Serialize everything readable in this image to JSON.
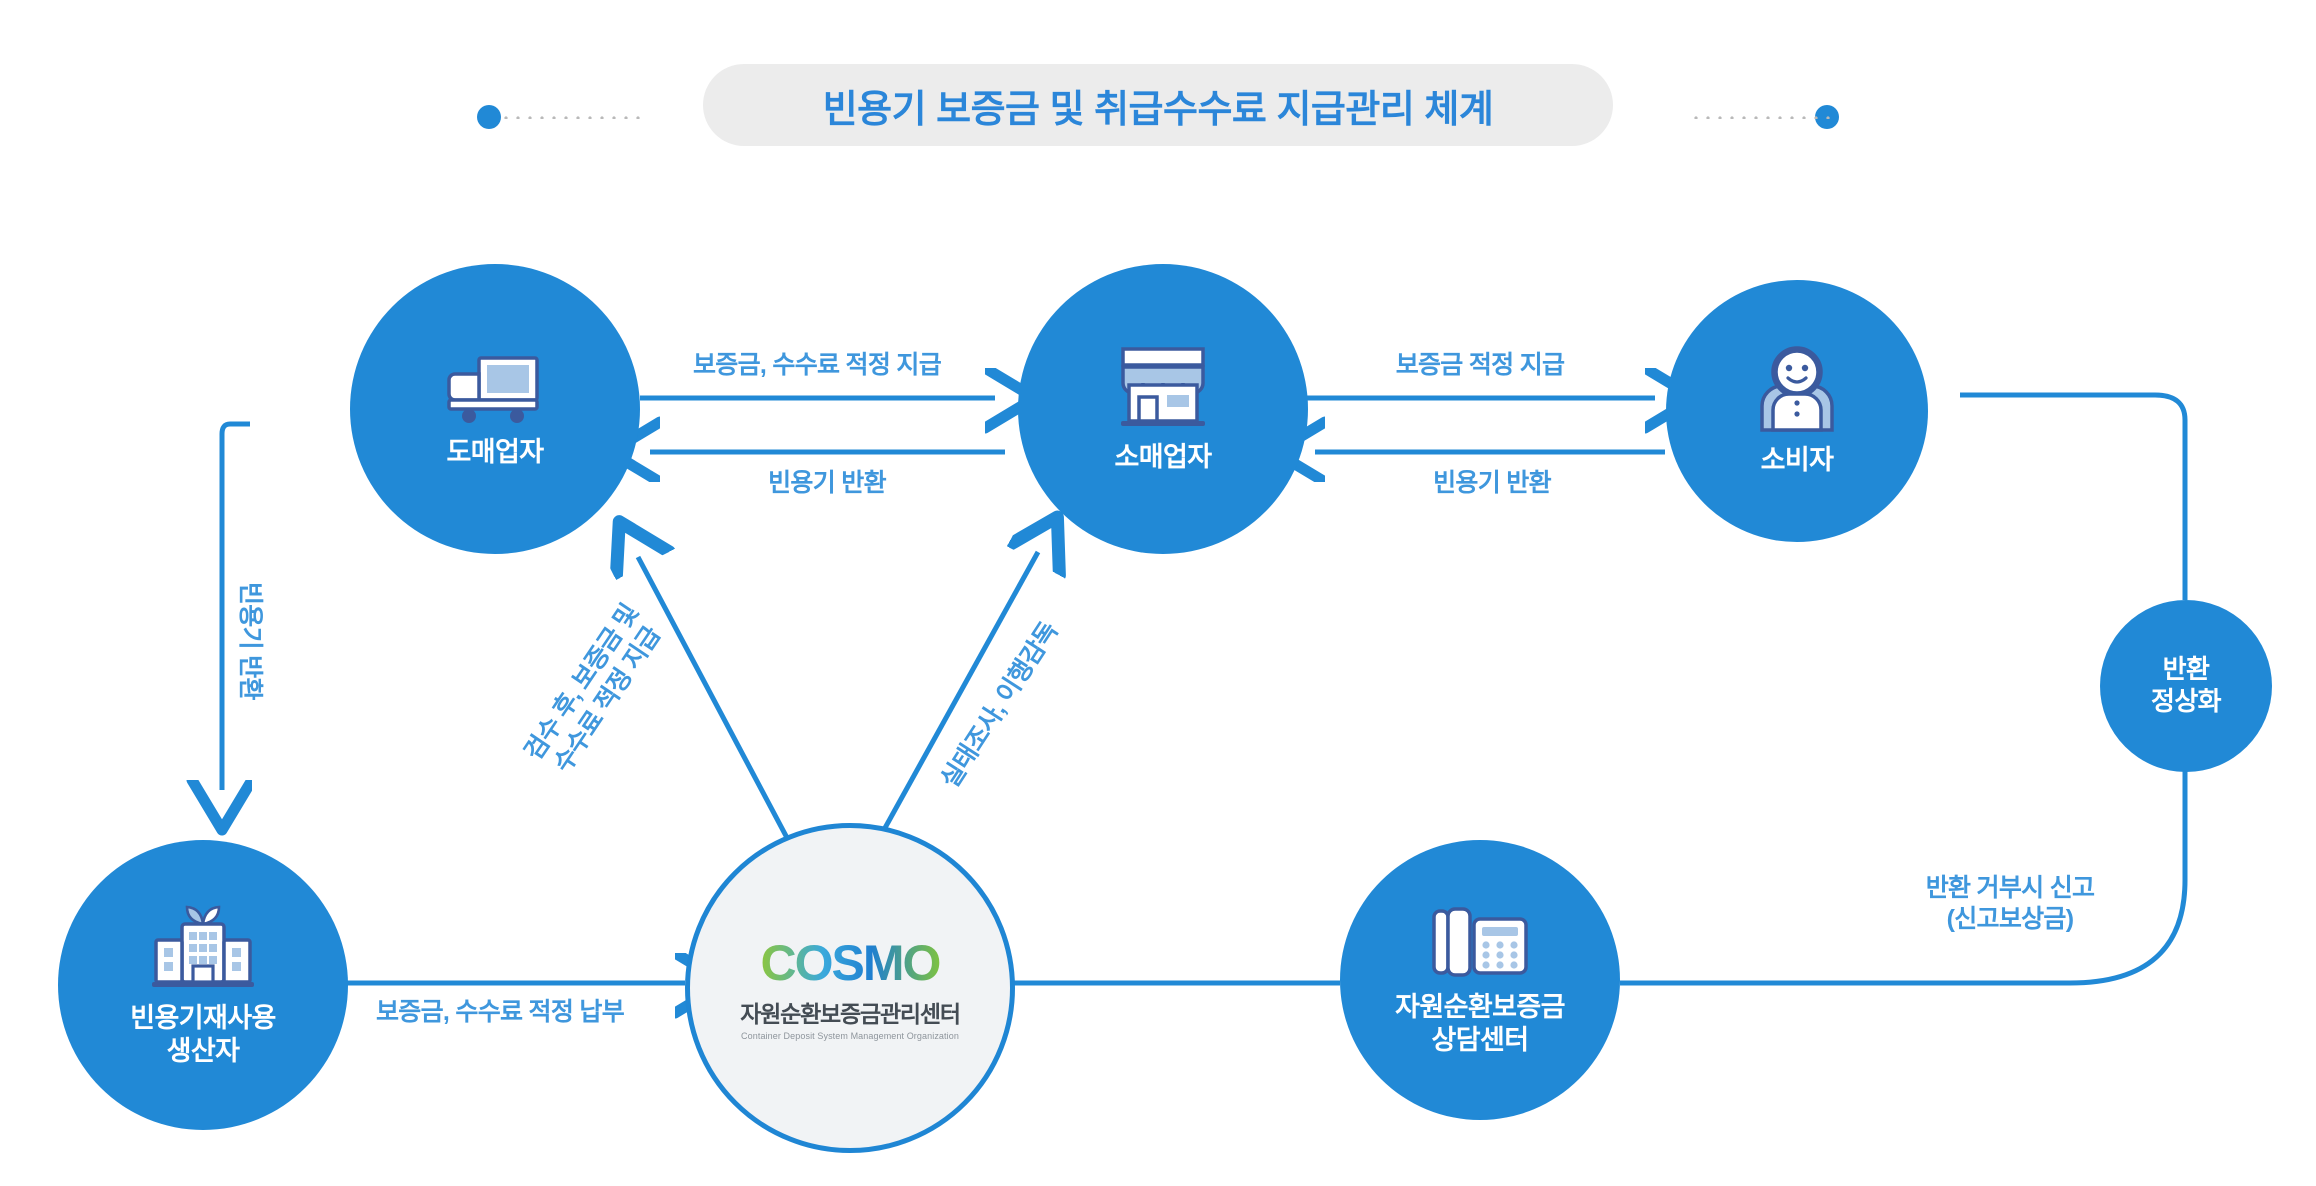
{
  "title": {
    "text": "빈용기 보증금 및 취급수수료 지급관리 체계",
    "pill_bg": "#ececec",
    "text_color": "#2b86d9",
    "dot_color": "#2189d6"
  },
  "theme": {
    "node_blue": "#2189d6",
    "line_blue": "#2189d6",
    "label_blue": "#3f97dd",
    "icon_light": "#ffffff",
    "icon_mid": "#a8c6e6",
    "icon_outline": "#3b5a9e",
    "cosmo_bg": "#f1f3f5",
    "cosmo_border": "#1f86d4"
  },
  "nodes": [
    {
      "id": "wholesaler",
      "label": "도매업자",
      "icon": "truck-icon"
    },
    {
      "id": "retailer",
      "label": "소매업자",
      "icon": "store-icon"
    },
    {
      "id": "consumer",
      "label": "소비자",
      "icon": "person-icon"
    },
    {
      "id": "producer",
      "label_line1": "빈용기재사용",
      "label_line2": "생산자",
      "icon": "factory-leaf-icon"
    },
    {
      "id": "center",
      "label_line1": "자원순환보증금",
      "label_line2": "상담센터",
      "icon": "telephone-icon"
    },
    {
      "id": "return_normalization",
      "label_line1": "반환",
      "label_line2": "정상화",
      "icon": "none"
    }
  ],
  "cosmo": {
    "wordmark": "COSMO",
    "korean": "자원순환보증금관리센터",
    "english": "Container Deposit System Management Organization"
  },
  "edges": {
    "wholesaler_to_retailer": "보증금, 수수료 적정 지급",
    "retailer_to_wholesaler": "빈용기 반환",
    "retailer_to_consumer": "보증금 적정 지급",
    "consumer_to_retailer": "빈용기 반환",
    "wholesaler_to_producer": "빈용기 반환",
    "producer_to_cosmo": "보증금, 수수료 적정 납부",
    "cosmo_to_wholesaler_l1": "검수 후, 보증금 및",
    "cosmo_to_wholesaler_l2": "수수료 적정 지급",
    "cosmo_to_retailer": "실태조사, 이행감독",
    "consumer_report_l1": "반환 거부시 신고",
    "consumer_report_l2": "(신고보상금)"
  }
}
